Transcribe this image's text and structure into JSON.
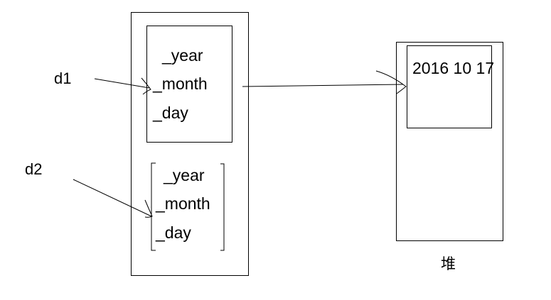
{
  "stack_var_1": "d1",
  "stack_var_2": "d2",
  "object_1": {
    "field_year": "_year",
    "field_month": "_month",
    "field_day": "_day"
  },
  "object_2": {
    "field_year": "_year",
    "field_month": "_month",
    "field_day": "_day"
  },
  "heap_value": "2016 10 17",
  "heap_label": "堆",
  "colors": {
    "ink": "#000000",
    "background": "#ffffff"
  }
}
